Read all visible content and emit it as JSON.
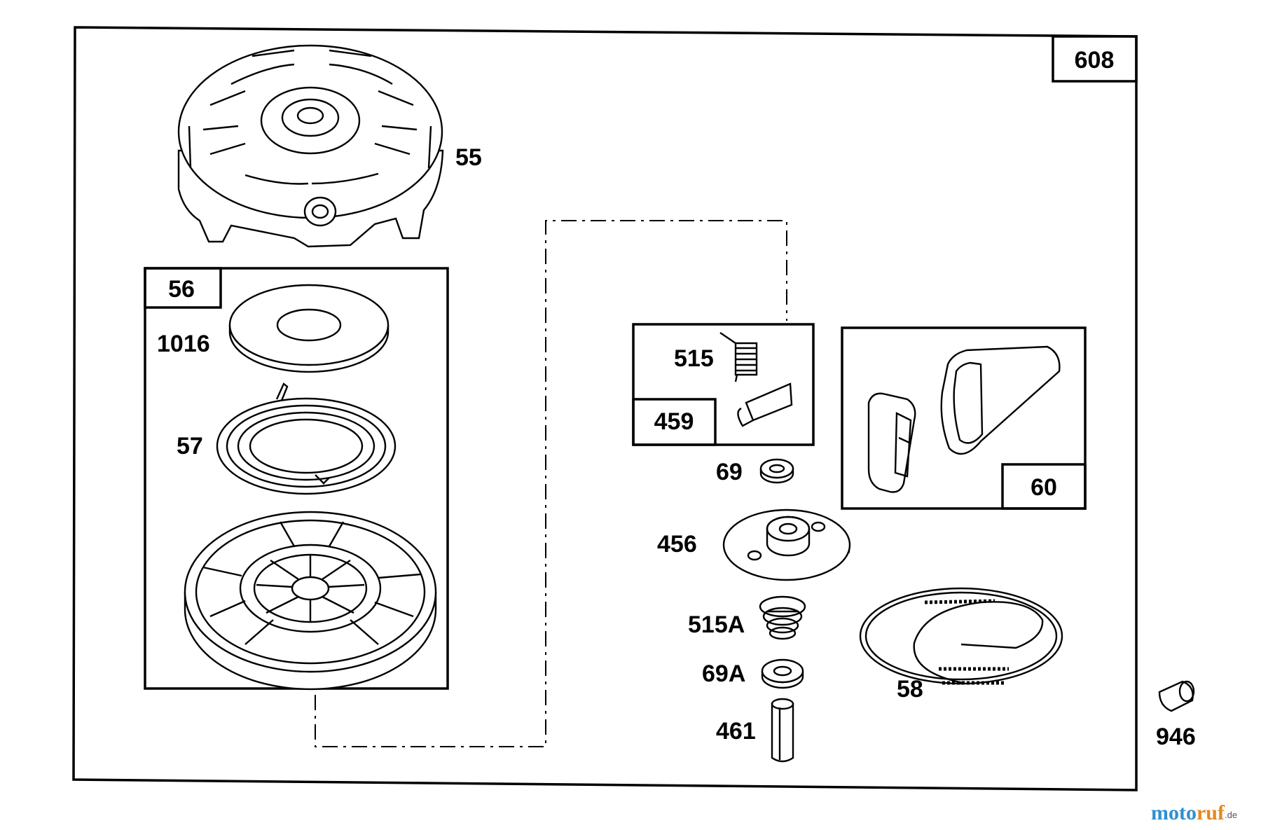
{
  "labels": {
    "assembly": "608",
    "cover": "55",
    "kit": "56",
    "washer_large": "1016",
    "spring": "57",
    "pawl_spring": "515",
    "pawl": "459",
    "handle": "60",
    "washer": "69",
    "retainer": "456",
    "spring_a": "515A",
    "washer_a": "69A",
    "pin": "461",
    "rope": "58",
    "clip": "946"
  },
  "watermark": {
    "part1": "moto",
    "part2": "ruf",
    "suffix": ".de"
  }
}
